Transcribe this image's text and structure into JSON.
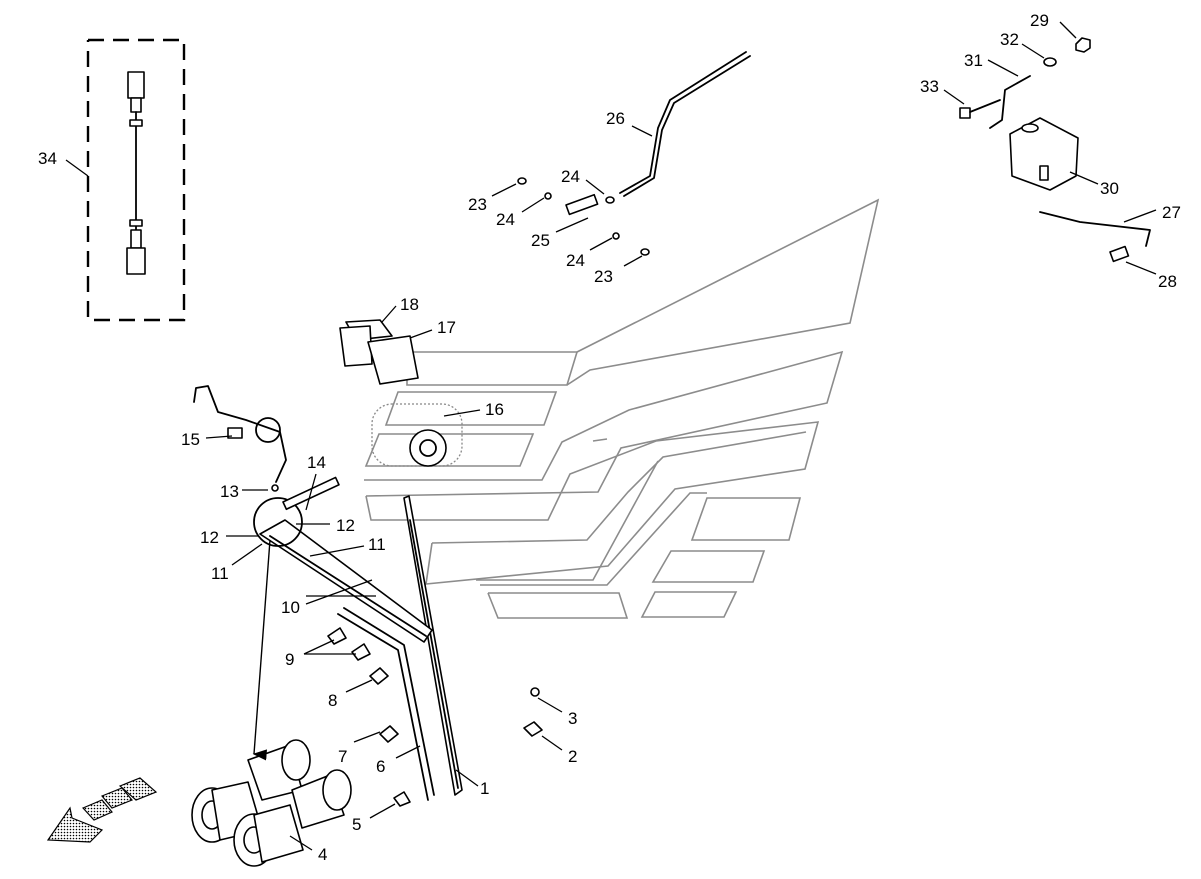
{
  "diagram": {
    "callouts": [
      "1",
      "2",
      "3",
      "4",
      "5",
      "6",
      "7",
      "8",
      "9",
      "10",
      "11",
      "12",
      "13",
      "14",
      "15",
      "16",
      "17",
      "18",
      "23",
      "24",
      "25",
      "26",
      "27",
      "28",
      "29",
      "30",
      "31",
      "32",
      "33",
      "34"
    ],
    "repeated": {
      "c11b": "11",
      "c12b": "12",
      "c23b": "23",
      "c24b": "24",
      "c24c": "24"
    }
  }
}
